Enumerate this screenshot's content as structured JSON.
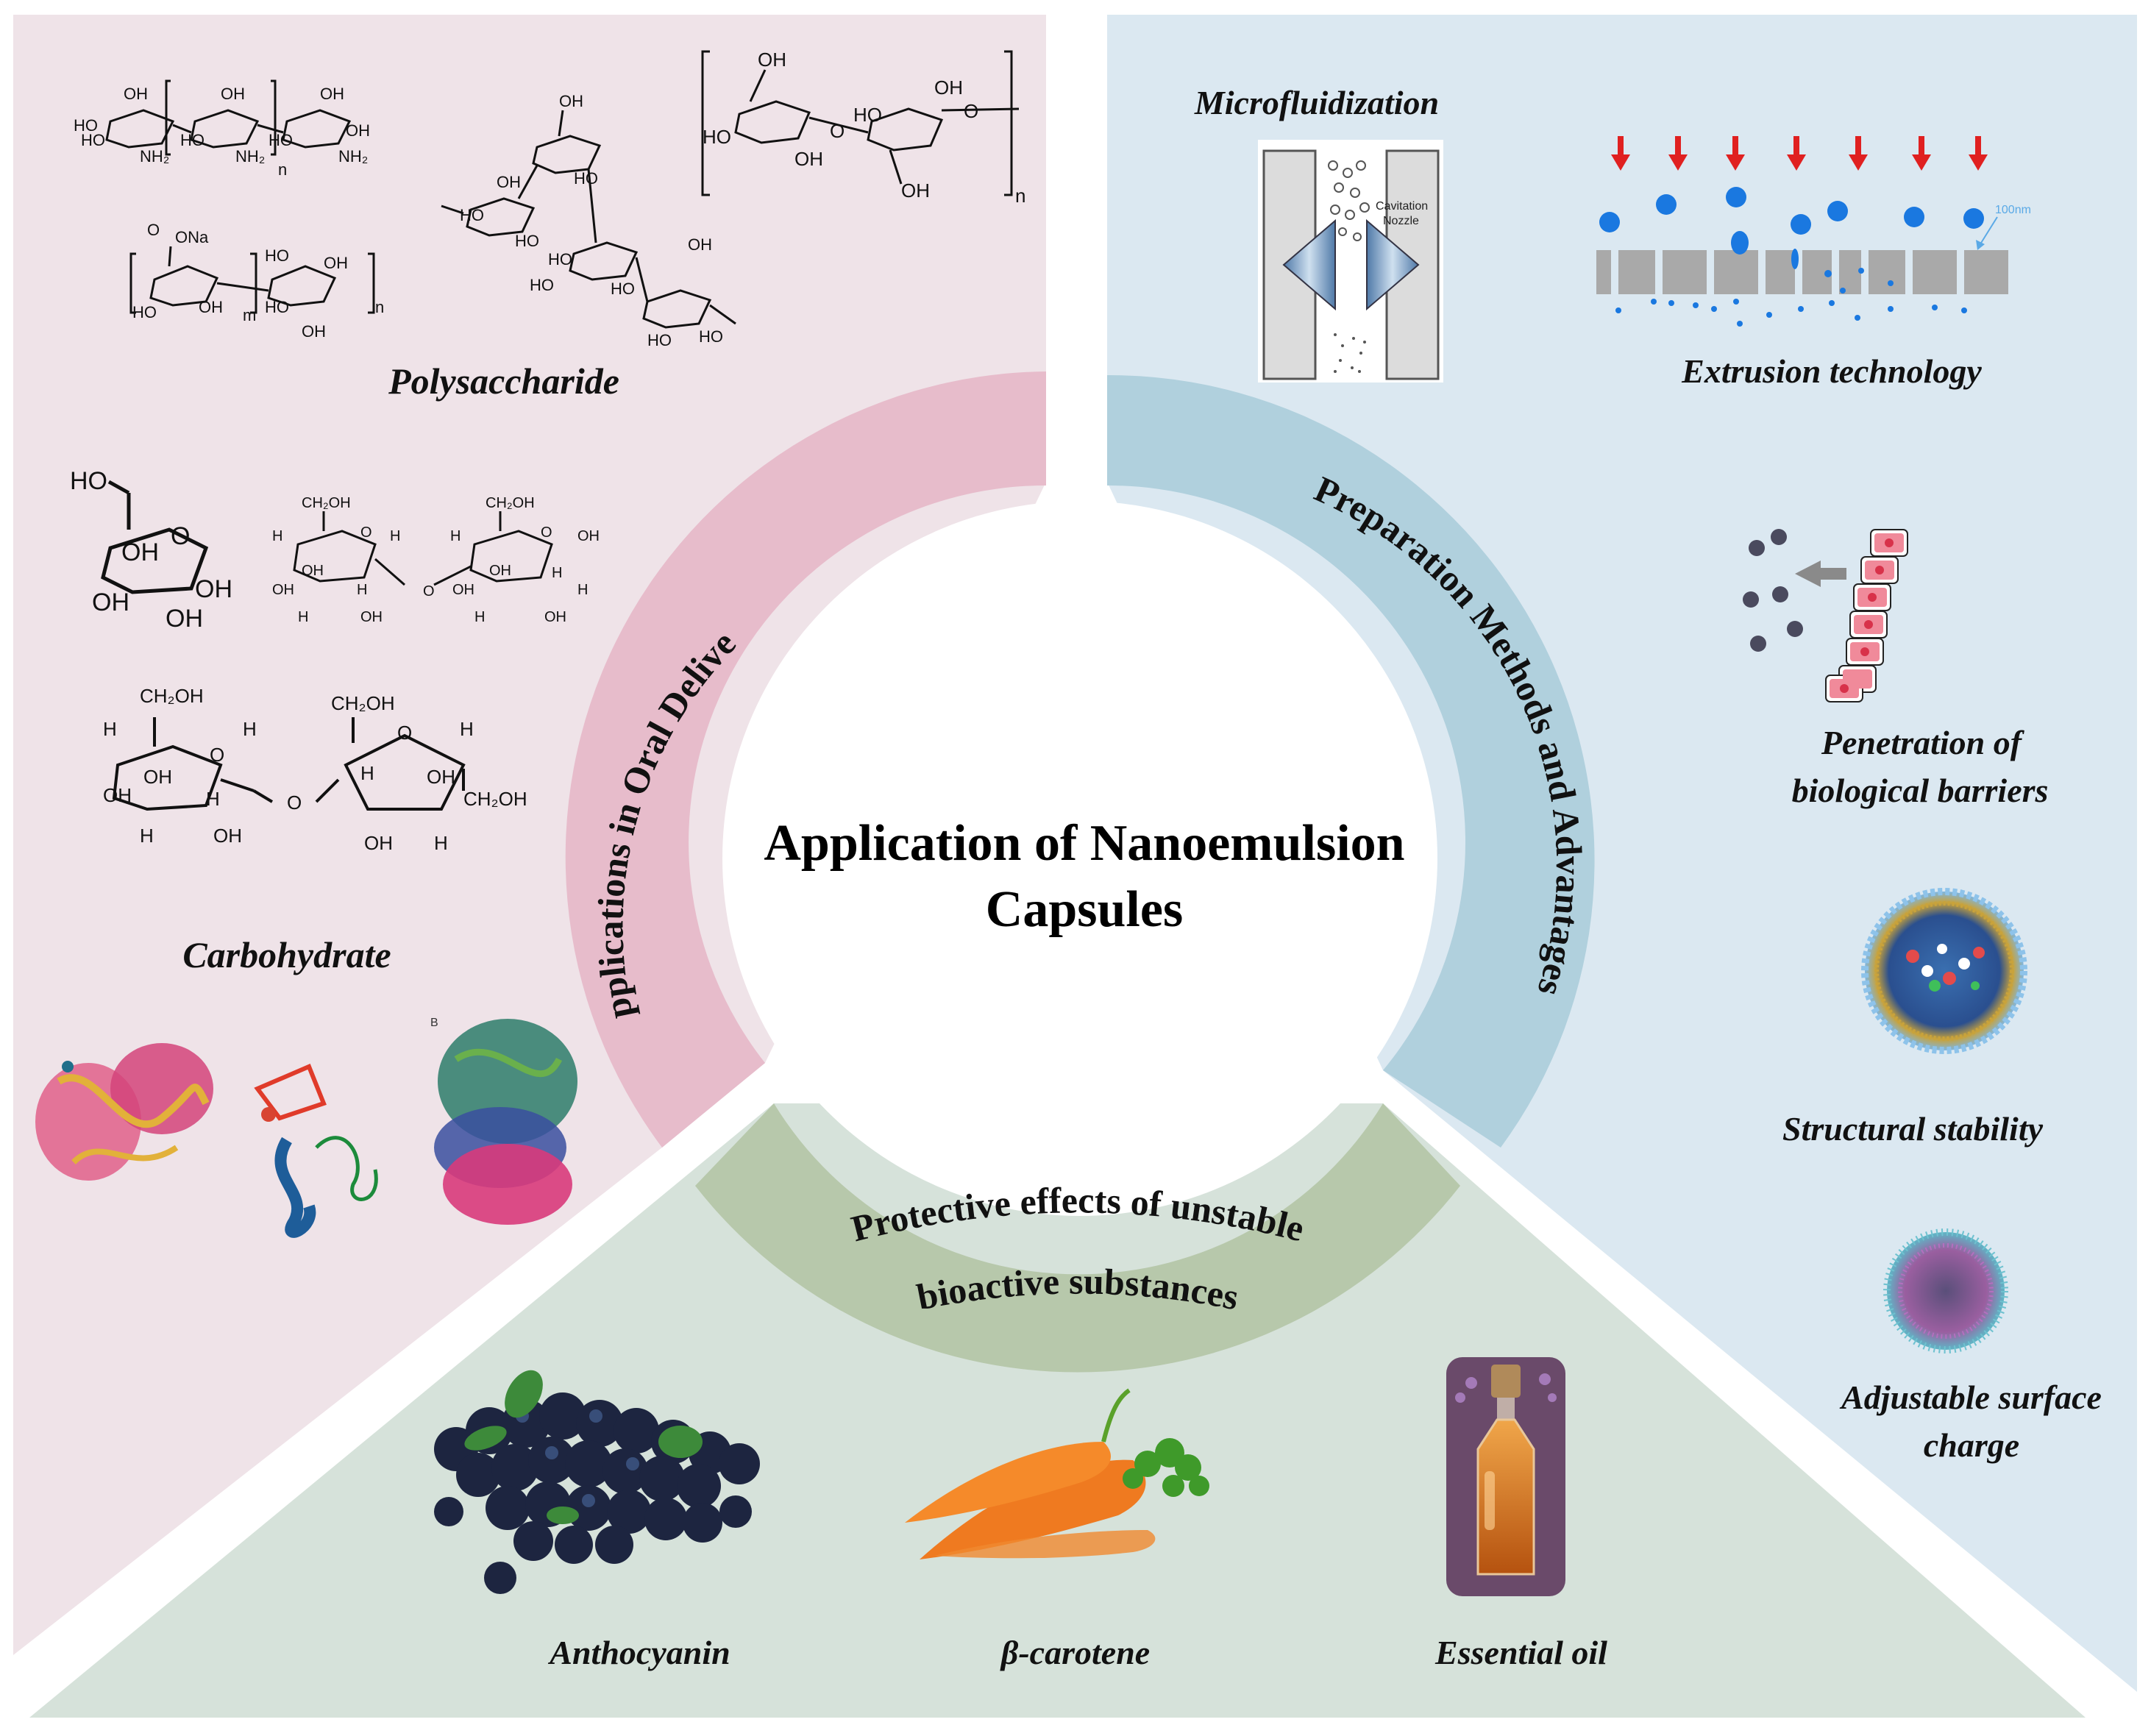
{
  "center": {
    "title_line1": "Application of Nanoemulsion",
    "title_line2": "Capsules"
  },
  "arcs": {
    "oral": "Applications in Oral Delivery",
    "prep": "Preparation Methods and Advantages",
    "protect_line1": "Protective effects of unstable",
    "protect_line2": "bioactive substances"
  },
  "left_panel": {
    "polysaccharide_label": "Polysaccharide",
    "carbohydrate_label": "Carbohydrate"
  },
  "right_panel": {
    "microfluidization_label": "Microfluidization",
    "cavitation_text_1": "Cavitation",
    "cavitation_text_2": "Nozzle",
    "extrusion_label": "Extrusion technology",
    "pore_size_label": "100nm",
    "penetration_label_1": "Penetration of",
    "penetration_label_2": "biological barriers",
    "stability_label": "Structural stability",
    "charge_label_1": "Adjustable surface",
    "charge_label_2": "charge"
  },
  "bottom_panel": {
    "anthocyanin_label": "Anthocyanin",
    "carotene_label": "β-carotene",
    "oil_label": "Essential oil"
  },
  "chem": {
    "OH": "OH",
    "HO": "HO",
    "NH2": "NH₂",
    "ONa": "ONa",
    "CH2OH": "CH₂OH",
    "H": "H",
    "O": "O",
    "n": "n",
    "m": "m",
    "B": "B"
  },
  "colors": {
    "left_bg": "#efe3e8",
    "right_bg": "#dbe8f1",
    "bottom_bg": "#d6e2da",
    "oral_arc": "#e7bccb",
    "prep_arc": "#b0d0dd",
    "protect_arc": "#b7c8ab"
  }
}
